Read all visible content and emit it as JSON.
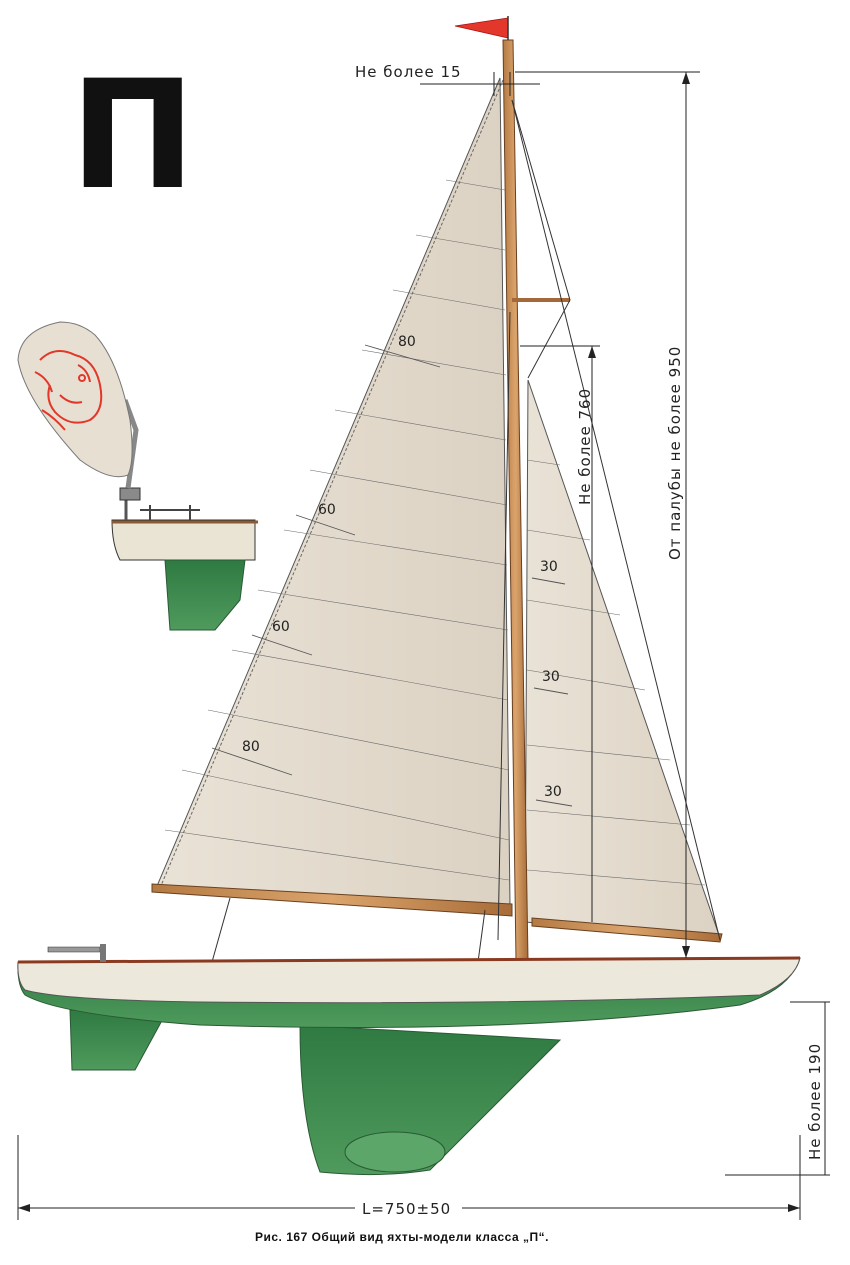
{
  "class_mark": "П",
  "dimensions": {
    "masthead_offset": "Не более 15",
    "mast_height": "От палубы не более 950",
    "jib_luff": "Не более 760",
    "draft": "Не более 190",
    "length": "L=750±50"
  },
  "reef_marks": {
    "main": [
      "80",
      "60",
      "60",
      "80"
    ],
    "jib": [
      "30",
      "30",
      "30"
    ]
  },
  "caption": "Рис. 167  Общий вид яхты-модели класса „П“.",
  "colors": {
    "sail": "#e6ddd0",
    "hull_top": "#ece8dc",
    "hull_bottom": "#3e8a4e",
    "mast": "#c9915a",
    "flag": "#e2372a",
    "rudder_emblem": "#e2372a"
  }
}
